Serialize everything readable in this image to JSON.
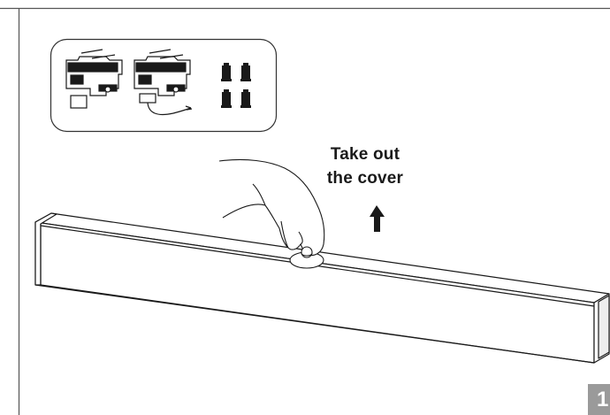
{
  "instruction": {
    "line1": "Take out",
    "line2": "the cover"
  },
  "step": {
    "number": "1"
  },
  "colors": {
    "ink": "#1a1a1a",
    "badge": "#9a9a9a",
    "panel_border": "#333333"
  },
  "icons": {
    "adapter": "track-adapter-icon",
    "adapter_wired": "track-adapter-with-cable-icon",
    "screws": "screw-icon",
    "arrow": "arrow-up-icon",
    "hand": "hand-icon"
  }
}
